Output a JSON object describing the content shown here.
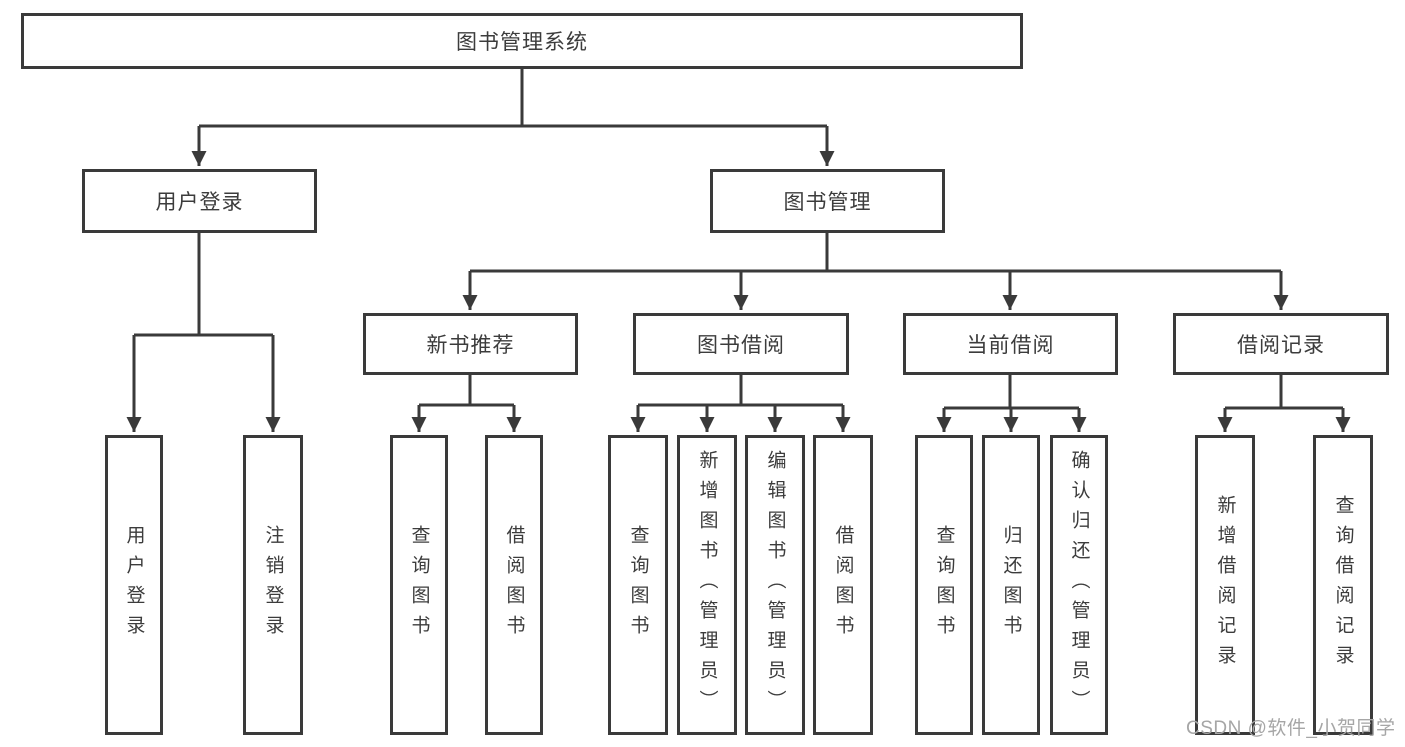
{
  "diagram": {
    "tree": {
      "label": "图书管理系统",
      "children": [
        {
          "label": "用户登录",
          "children": [
            {
              "label": "用户登录"
            },
            {
              "label": "注销登录"
            }
          ]
        },
        {
          "label": "图书管理",
          "children": [
            {
              "label": "新书推荐",
              "children": [
                {
                  "label": "查询图书"
                },
                {
                  "label": "借阅图书"
                }
              ]
            },
            {
              "label": "图书借阅",
              "children": [
                {
                  "label": "查询图书"
                },
                {
                  "label": "新增图书（管理员）"
                },
                {
                  "label": "编辑图书（管理员）"
                },
                {
                  "label": "借阅图书"
                }
              ]
            },
            {
              "label": "当前借阅",
              "children": [
                {
                  "label": "查询图书"
                },
                {
                  "label": "归还图书"
                },
                {
                  "label": "确认归还（管理员）"
                }
              ]
            },
            {
              "label": "借阅记录",
              "children": [
                {
                  "label": "新增借阅记录"
                },
                {
                  "label": "查询借阅记录"
                }
              ]
            }
          ]
        }
      ]
    },
    "colors": {
      "line": "#3a3a3a",
      "text": "#3c3c3c",
      "box_background": "#ffffff",
      "watermark": "#a6a6a6"
    }
  },
  "watermark": {
    "text": "CSDN @软件_小贺同学"
  }
}
